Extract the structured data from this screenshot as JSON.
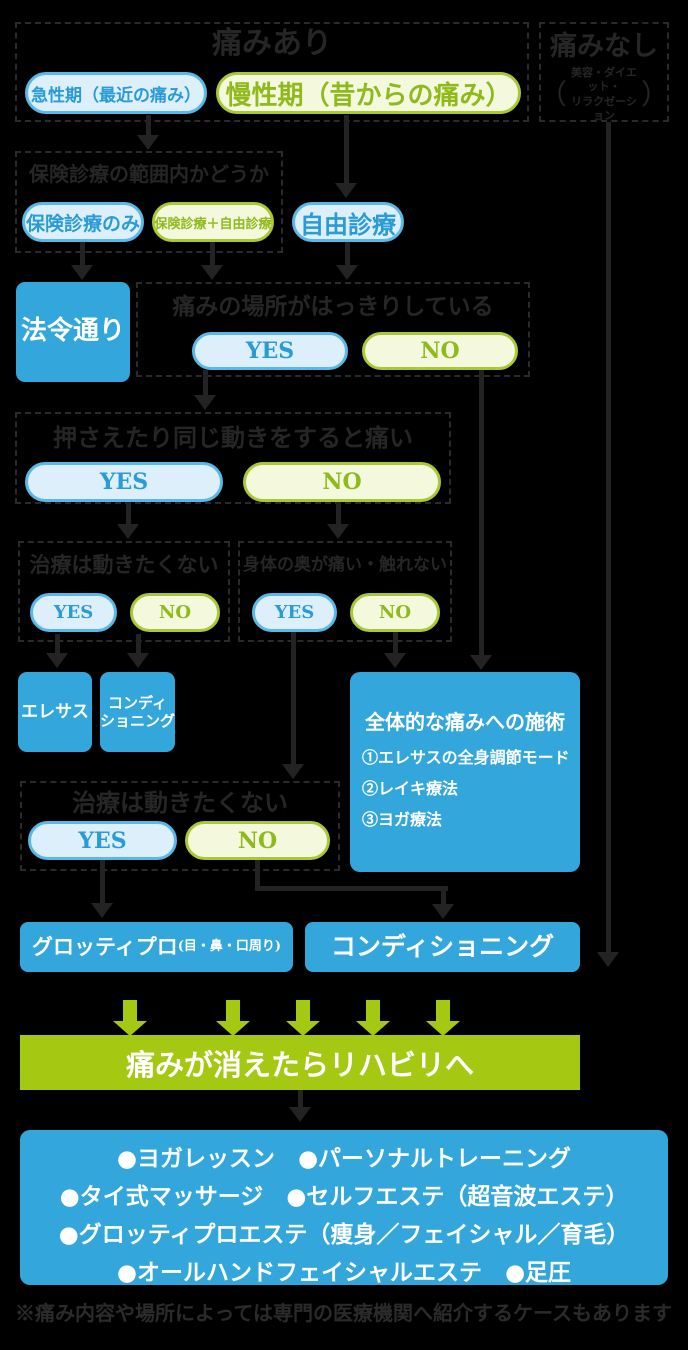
{
  "colors": {
    "background": "#000000",
    "solid_blue": "#33a6dc",
    "pill_blue_fill": "#dceffa",
    "pill_blue_border": "#57b8e9",
    "pill_blue_text": "#2a9bd5",
    "pill_green_fill": "#f4f9dd",
    "pill_green_border": "#a9c835",
    "pill_green_text": "#8fba1d",
    "green": "#a5c913",
    "dark_line": "#232323"
  },
  "flow": {
    "pain_yes": {
      "title": "痛みあり",
      "acute": "急性期（最近の痛み）",
      "chronic": "慢性期（昔からの痛み）"
    },
    "pain_no": {
      "title": "痛みなし",
      "paren_open": "（",
      "line1": "美容・ダイエット・",
      "line2": "リラクゼーション",
      "paren_close": "）"
    },
    "insurance": {
      "title": "保険診療の範囲内かどうか",
      "only": "保険診療のみ",
      "mixed": "保険診療＋自由診療",
      "free": "自由診療"
    },
    "law": "法令通り",
    "q_location": {
      "title": "痛みの場所がはっきりしている",
      "yes": "YES",
      "no": "NO"
    },
    "q_press": {
      "title": "押さえたり同じ動きをすると痛い",
      "yes": "YES",
      "no": "NO"
    },
    "q_move1": {
      "title": "治療は動きたくない",
      "yes": "YES",
      "no": "NO"
    },
    "q_deep": {
      "title": "身体の奥が痛い・触れない",
      "yes": "YES",
      "no": "NO"
    },
    "eresas": "エレサス",
    "conditioning1": {
      "line1": "コンディ",
      "line2": "ショニング"
    },
    "overall": {
      "title": "全体的な痛みへの施術",
      "items": [
        "①エレサスの全身調節モード",
        "②レイキ療法",
        "③ヨガ療法"
      ]
    },
    "q_move2": {
      "title": "治療は動きたくない",
      "yes": "YES",
      "no": "NO"
    },
    "grotty": {
      "main": "グロッティプロ",
      "sub": "(目・鼻・口周り)"
    },
    "conditioning2": "コンディショニング",
    "rehab_bar": "痛みが消えたらリハビリへ",
    "menu": {
      "lines": [
        "●ヨガレッスン　●パーソナルトレーニング",
        "●タイ式マッサージ　●セルフエステ（超音波エステ）",
        "●グロッティプロエステ（痩身／フェイシャル／育毛）",
        "●オールハンドフェイシャルエステ　●足圧"
      ]
    },
    "note": "※痛み内容や場所によっては専門の医療機関へ紹介するケースもあります"
  }
}
